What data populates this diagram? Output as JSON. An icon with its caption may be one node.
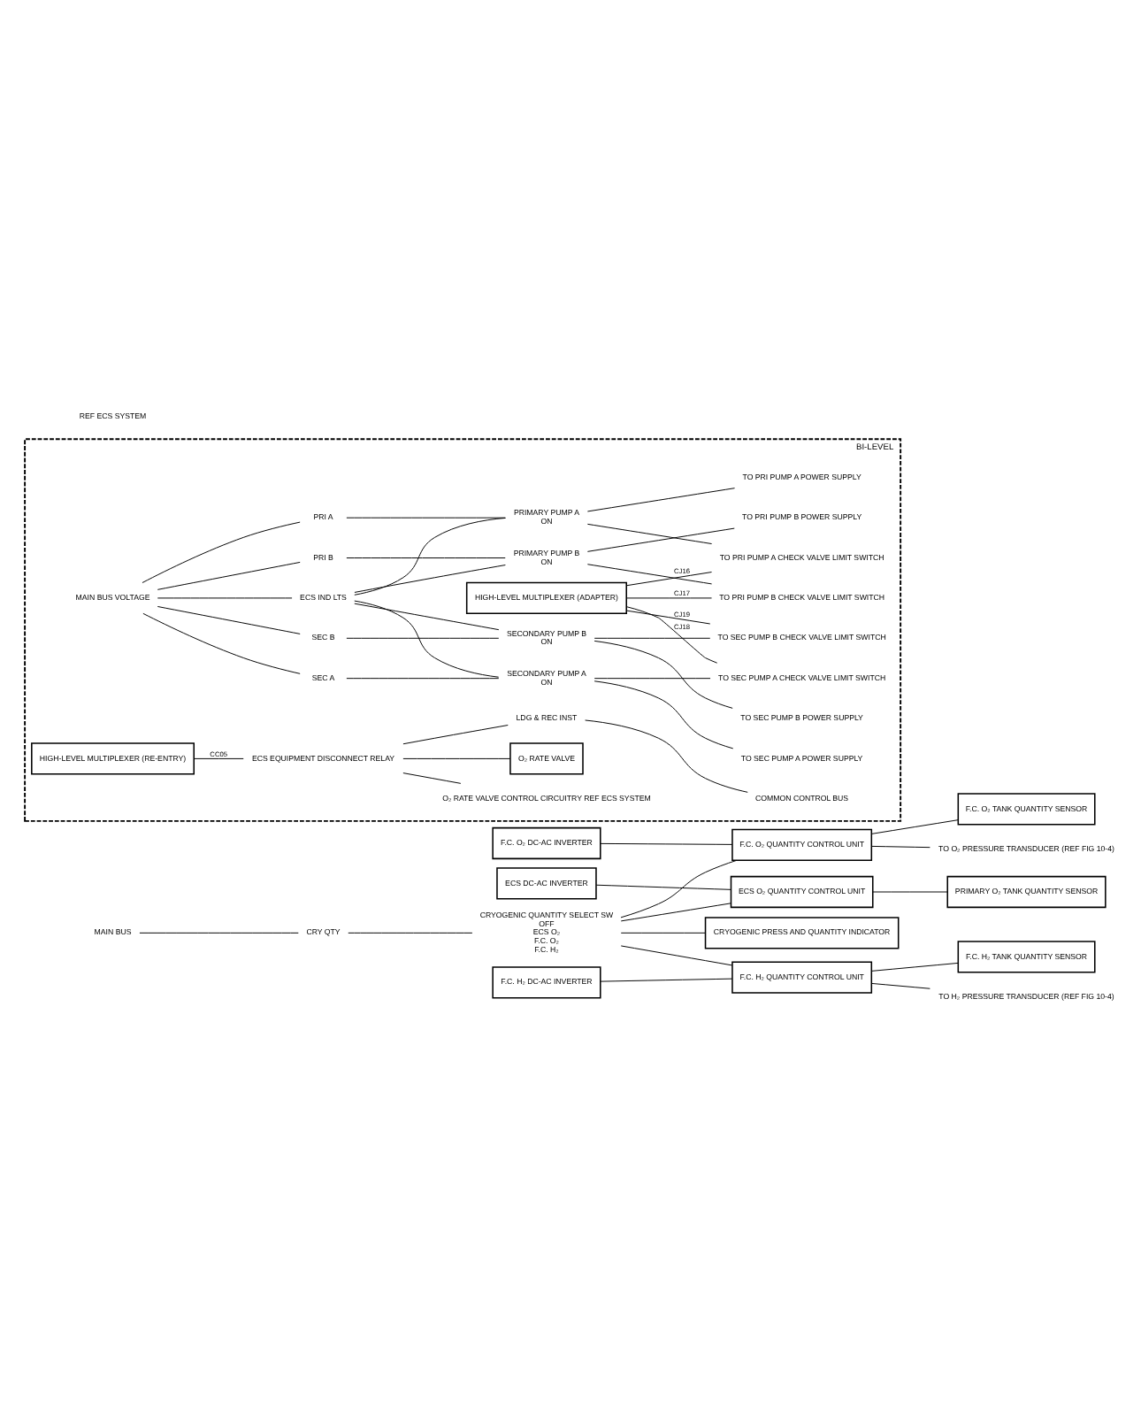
{
  "diagram": {
    "nodes": [
      {
        "text": [
          "MAIN BUS"
        ]
      },
      {
        "text": [
          "CRY QTY"
        ]
      },
      {
        "text": [
          "CRYOGENIC QUANTITY SELECT SW"
        ],
        "beside": [
          "OFF",
          "ECS O₂",
          "F.C. O₂",
          "F.C. H₂"
        ]
      },
      {
        "text": [
          "ECS O₂ QUANTITY CONTROL UNIT"
        ]
      },
      {
        "text": [
          "PRIMARY O₂ TANK QUANTITY SENSOR"
        ]
      },
      {
        "text": [
          "F.C. O₂ QUANTITY CONTROL UNIT"
        ]
      },
      {
        "text": [
          "TO O₂ PRESSURE TRANSDUCER (REF FIG 10-4)"
        ]
      },
      {
        "text": [
          "F.C. O₂ TANK QUANTITY SENSOR"
        ]
      },
      {
        "text": [
          "F.C. H₂ QUANTITY CONTROL UNIT"
        ]
      },
      {
        "text": [
          "TO H₂ PRESSURE TRANSDUCER (REF FIG 10-4)"
        ]
      },
      {
        "text": [
          "F.C. H₂ TANK QUANTITY SENSOR"
        ]
      },
      {
        "text": [
          "ECS DC-AC INVERTER"
        ]
      },
      {
        "text": [
          "CRYOGENIC PRESS AND QUANTITY INDICATOR"
        ]
      },
      {
        "text": [
          "F.C. H₂ DC-AC INVERTER"
        ]
      },
      {
        "text": [
          "F.C. O₂ DC-AC INVERTER"
        ]
      },
      {
        "text": [
          "BI-LEVEL"
        ]
      },
      {
        "text": [
          "HIGH-LEVEL MULTIPLEXER (ADAPTER)"
        ],
        "in": 15
      },
      {
        "text": [
          "MAIN BUS VOLTAGE"
        ],
        "in": 15
      },
      {
        "text": [
          "PRI A"
        ],
        "in": 15
      },
      {
        "text": [
          "ECS IND LTS"
        ],
        "in": 15
      },
      {
        "text": [
          "PRI B"
        ],
        "in": 15
      },
      {
        "text": [
          "SEC A"
        ],
        "in": 15
      },
      {
        "text": [
          "SEC B"
        ],
        "in": 15
      },
      {
        "text": [
          "PRIMARY PUMP A"
        ],
        "beside": [
          "ON"
        ],
        "in": 15
      },
      {
        "text": [
          "PRIMARY PUMP B"
        ],
        "beside": [
          "ON"
        ],
        "in": 15
      },
      {
        "text": [
          "SECONDARY PUMP A"
        ],
        "beside": [
          "ON"
        ],
        "in": 15
      },
      {
        "text": [
          "SECONDARY PUMP B"
        ],
        "beside": [
          "ON"
        ],
        "in": 15
      },
      {
        "text": [
          "TO PRI PUMP A POWER SUPPLY"
        ],
        "in": 15
      },
      {
        "text": [
          "TO PRI PUMP A CHECK VALVE LIMIT SWITCH"
        ],
        "in": 15
      },
      {
        "text": [
          "TO PRI PUMP B POWER SUPPLY"
        ],
        "in": 15
      },
      {
        "text": [
          "TO PRI PUMP B CHECK VALVE LIMIT SWITCH"
        ],
        "in": 15
      },
      {
        "text": [
          "TO SEC PUMP A POWER SUPPLY"
        ],
        "in": 15
      },
      {
        "text": [
          "TO SEC PUMP A CHECK VALVE LIMIT SWITCH"
        ],
        "in": 15
      },
      {
        "text": [
          "TO SEC PUMP B POWER SUPPLY"
        ],
        "in": 15
      },
      {
        "text": [
          "TO SEC PUMP B CHECK VALVE LIMIT SWITCH"
        ],
        "in": 15
      },
      {
        "text": [
          "HIGH-LEVEL MULTIPLEXER (RE-ENTRY)"
        ],
        "in": 15
      },
      {
        "text": [
          "ECS EQUIPMENT DISCONNECT RELAY"
        ],
        "in": 15
      },
      {
        "text": [
          "LDG & REC INST"
        ],
        "in": 15
      },
      {
        "text": [
          "COMMON CONTROL BUS"
        ],
        "in": 15
      },
      {
        "text": [
          "O₂ RATE VALVE CONTROL CIRCUITRY REF ECS SYSTEM"
        ],
        "in": 15
      },
      {
        "text": [
          "O₂ RATE VALVE"
        ],
        "in": 15
      }
    ],
    "edges": [
      {
        "from": 0,
        "to": 1,
        "arrow": "none"
      },
      {
        "from": 1,
        "to": 2,
        "arrow": "none"
      },
      {
        "from": 2,
        "to": 3,
        "arrow": "none"
      },
      {
        "from": 2,
        "to": 5,
        "arrow": "none"
      },
      {
        "from": 2,
        "to": 8,
        "arrow": "none"
      },
      {
        "from": 2,
        "to": 12,
        "arrow": "none"
      },
      {
        "from": 3,
        "to": 4,
        "arrow": "none"
      },
      {
        "from": 5,
        "to": 6,
        "arrow": "none"
      },
      {
        "from": 5,
        "to": 7,
        "arrow": "none"
      },
      {
        "from": 8,
        "to": 9,
        "arrow": "none"
      },
      {
        "from": 8,
        "to": 10,
        "arrow": "none"
      },
      {
        "from": 11,
        "to": 3,
        "arrow": "none"
      },
      {
        "from": 14,
        "to": 5,
        "arrow": "none"
      },
      {
        "from": 13,
        "to": 8,
        "arrow": "none"
      },
      {
        "from": 17,
        "to": 18,
        "arrow": "none"
      },
      {
        "from": 17,
        "to": 19,
        "arrow": "none"
      },
      {
        "from": 17,
        "to": 20,
        "arrow": "none"
      },
      {
        "from": 17,
        "to": 21,
        "arrow": "none"
      },
      {
        "from": 17,
        "to": 22,
        "arrow": "none"
      },
      {
        "from": 18,
        "to": 23,
        "arrow": "none"
      },
      {
        "from": 19,
        "to": 23,
        "arrow": "none"
      },
      {
        "from": 19,
        "to": 24,
        "arrow": "none"
      },
      {
        "from": 19,
        "to": 25,
        "arrow": "none"
      },
      {
        "from": 19,
        "to": 26,
        "arrow": "none"
      },
      {
        "from": 20,
        "to": 24,
        "arrow": "none"
      },
      {
        "from": 21,
        "to": 25,
        "arrow": "none"
      },
      {
        "from": 22,
        "to": 26,
        "arrow": "none"
      },
      {
        "from": 23,
        "to": 27,
        "arrow": "none"
      },
      {
        "from": 23,
        "to": 28,
        "arrow": "none"
      },
      {
        "from": 24,
        "to": 29,
        "arrow": "none"
      },
      {
        "from": 24,
        "to": 30,
        "arrow": "none"
      },
      {
        "from": 25,
        "to": 31,
        "arrow": "none"
      },
      {
        "from": 25,
        "to": 32,
        "arrow": "none"
      },
      {
        "from": 26,
        "to": 33,
        "arrow": "none"
      },
      {
        "from": 26,
        "to": 34,
        "arrow": "none"
      },
      {
        "from": 16,
        "to": 28,
        "arrow": "none",
        "label": "CJ16"
      },
      {
        "from": 16,
        "to": 30,
        "arrow": "none",
        "label": "CJ17"
      },
      {
        "from": 16,
        "to": 32,
        "arrow": "none",
        "label": "CJ18"
      },
      {
        "from": 16,
        "to": 34,
        "arrow": "none",
        "label": "CJ19"
      },
      {
        "from": 35,
        "to": 36,
        "arrow": "none",
        "label": "CC05"
      },
      {
        "from": 36,
        "to": 37,
        "arrow": "none"
      },
      {
        "from": 37,
        "to": 38,
        "arrow": "none"
      },
      {
        "from": 36,
        "to": 39,
        "arrow": "none"
      },
      {
        "from": 36,
        "to": 40,
        "arrow": "none"
      }
    ],
    "labels": [
      "REF ECS SYSTEM"
    ]
  }
}
